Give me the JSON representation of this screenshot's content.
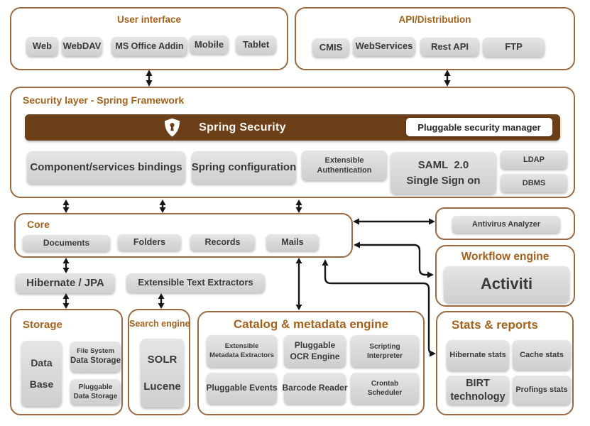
{
  "colors": {
    "accent_title": "#a4621c",
    "panel_border": "#9c6a42",
    "security_bar": "#6c3f18",
    "button_gray": "#d8d8d8",
    "arrow": "#161616"
  },
  "user_interface": {
    "title": "User interface",
    "items": [
      "Web",
      "WebDAV",
      "MS Office Addin",
      "Mobile",
      "Tablet"
    ]
  },
  "api_distribution": {
    "title": "API/Distribution",
    "items": [
      "CMIS",
      "WebServices",
      "Rest API",
      "FTP"
    ]
  },
  "security": {
    "title": "Security layer - Spring Framework",
    "bar_label": "Spring Security",
    "manager_label": "Pluggable security manager",
    "bindings": "Component/services bindings",
    "spring_configuration": "Spring configuration",
    "extensible_auth": [
      "Extensible",
      "Authentication"
    ],
    "saml": [
      "SAML  2.0",
      "Single Sign on"
    ],
    "ldap": "LDAP",
    "dbms": "DBMS"
  },
  "core": {
    "title": "Core",
    "items": [
      "Documents",
      "Folders",
      "Records",
      "Mails"
    ]
  },
  "antivirus": {
    "label": "Antivirus Analyzer"
  },
  "workflow": {
    "title": "Workflow engine",
    "engine": "Activiti"
  },
  "middleware": {
    "hibernate": "Hibernate / JPA",
    "text_extractors": "Extensible Text Extractors"
  },
  "storage": {
    "title": "Storage",
    "database": [
      "Data",
      "Base"
    ],
    "file_system": [
      "File System",
      "Data Storage"
    ],
    "pluggable": [
      "Pluggable",
      "Data Storage"
    ]
  },
  "search": {
    "title": "Search engine",
    "solr": "SOLR",
    "lucene": "Lucene"
  },
  "catalog": {
    "title": "Catalog & metadata engine",
    "metadata_extractors": [
      "Extensible",
      "Metadata Extractors"
    ],
    "ocr_engine": [
      "Pluggable",
      "OCR Engine"
    ],
    "scripting": [
      "Scripting",
      "Interpreter"
    ],
    "events": "Pluggable Events",
    "barcode": "Barcode Reader",
    "crontab": [
      "Crontab",
      "Scheduler"
    ]
  },
  "stats": {
    "title": "Stats & reports",
    "hibernate_stats": "Hibernate stats",
    "cache_stats": "Cache stats",
    "birt": [
      "BIRT",
      "technology"
    ],
    "profings": "Profings stats"
  }
}
